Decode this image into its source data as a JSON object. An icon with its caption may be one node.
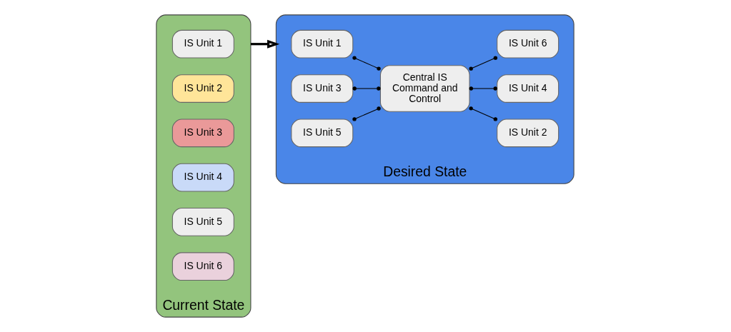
{
  "diagram": {
    "nodes": [
      {
        "text": [
          "Current State"
        ]
      },
      {
        "text": [
          "IS Unit 1"
        ],
        "in": 0
      },
      {
        "text": [
          "IS Unit 2"
        ],
        "in": 0
      },
      {
        "text": [
          "IS Unit 3"
        ],
        "in": 0
      },
      {
        "text": [
          "IS Unit 4"
        ],
        "in": 0
      },
      {
        "text": [
          "IS Unit 5"
        ],
        "in": 0
      },
      {
        "text": [
          "IS Unit 6"
        ],
        "in": 0
      },
      {
        "text": [
          "Desired State"
        ]
      },
      {
        "text": [
          "IS Unit 1"
        ],
        "in": 7
      },
      {
        "text": [
          "IS Unit 2"
        ],
        "in": 7
      },
      {
        "text": [
          "IS Unit 3"
        ],
        "in": 7
      },
      {
        "text": [
          "Central IS Command and Control"
        ],
        "in": 7
      },
      {
        "text": [
          "IS Unit 4"
        ],
        "in": 7
      },
      {
        "text": [
          "IS Unit 5"
        ],
        "in": 7
      },
      {
        "text": [
          "IS Unit 6"
        ],
        "in": 7
      }
    ],
    "edges": [
      {
        "from": 0,
        "to": 7,
        "arrow": "to",
        "style": "thick"
      },
      {
        "from": 8,
        "to": 11,
        "arrow": "other"
      },
      {
        "from": 11,
        "to": 9,
        "arrow": "other"
      },
      {
        "from": 10,
        "to": 11,
        "arrow": "other"
      },
      {
        "from": 11,
        "to": 12,
        "arrow": "other"
      },
      {
        "from": 13,
        "to": 11,
        "arrow": "other"
      },
      {
        "from": 11,
        "to": 14,
        "arrow": "other"
      }
    ]
  }
}
